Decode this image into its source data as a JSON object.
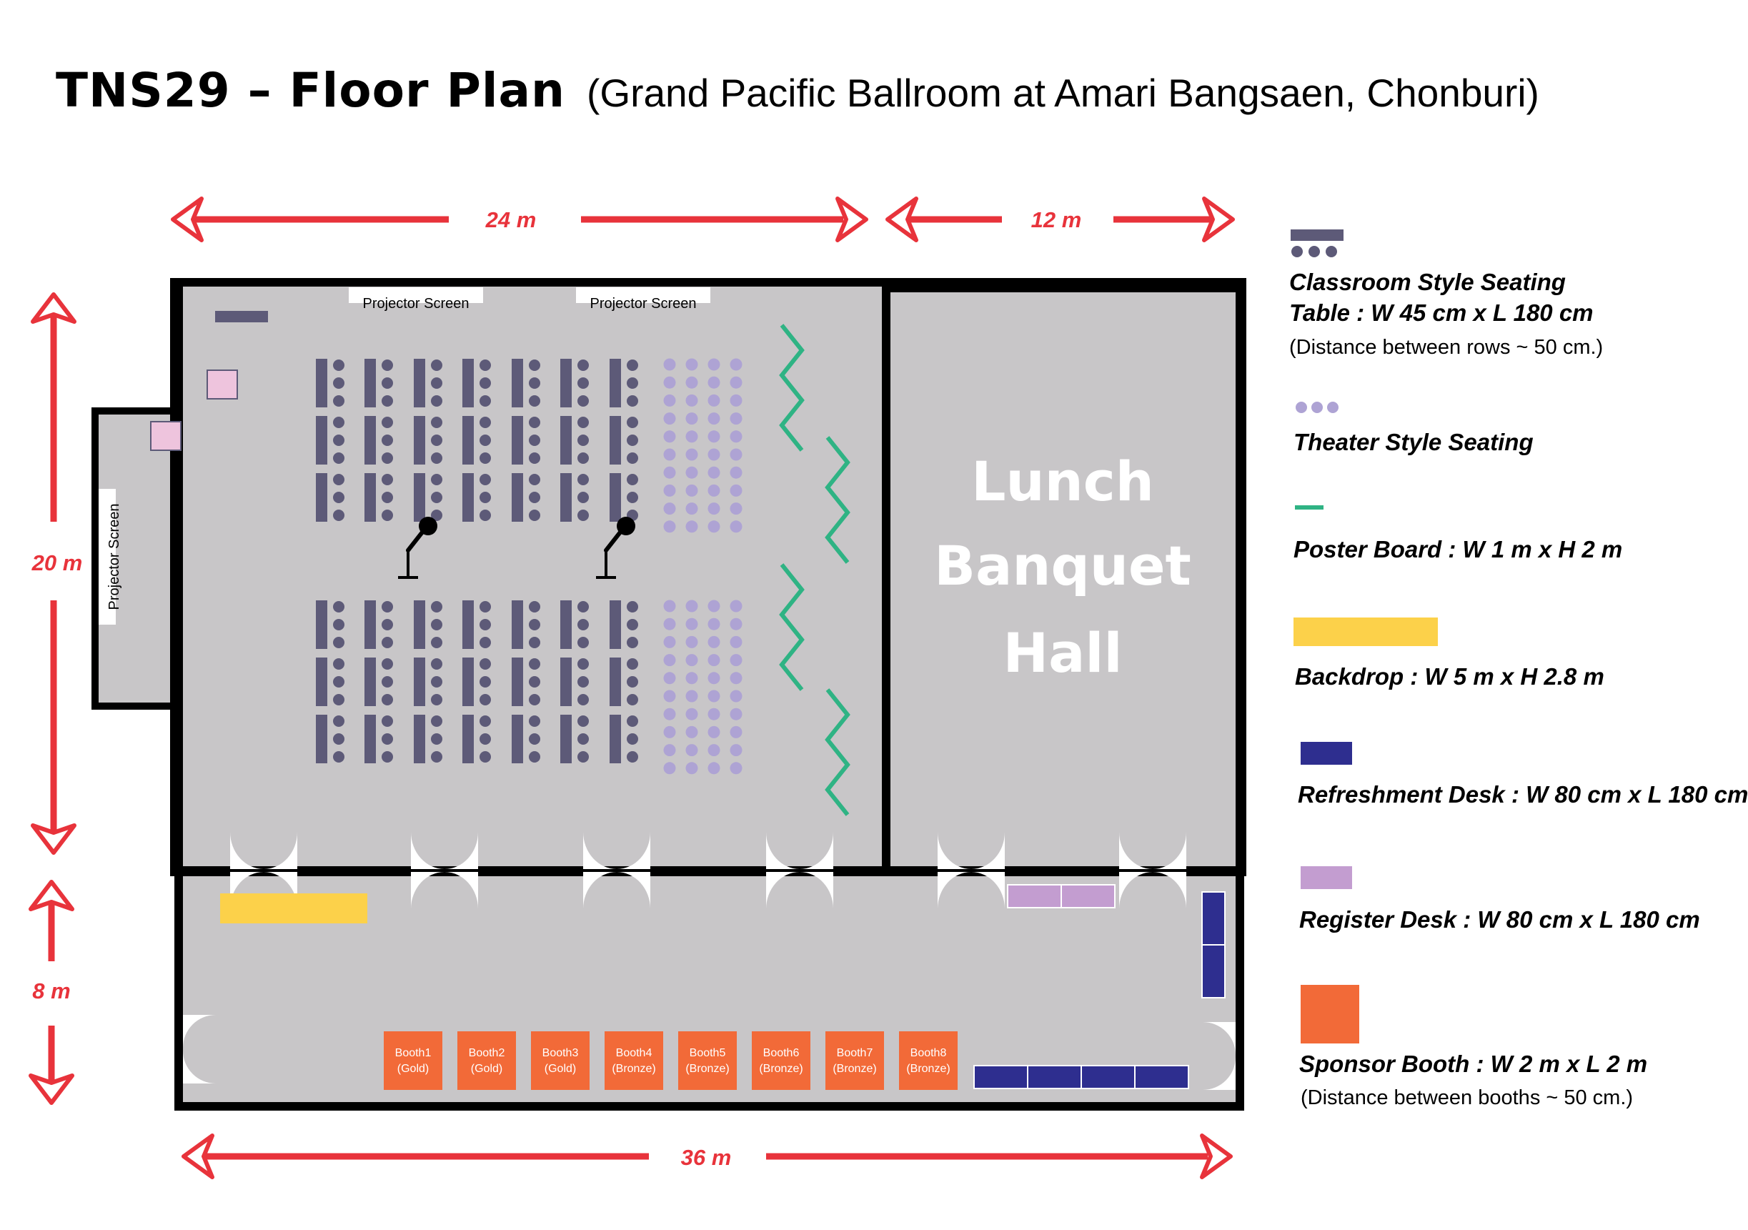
{
  "header": {
    "title": "TNS29 – Floor Plan",
    "subtitle": "(Grand Pacific Ballroom at Amari Bangsaen, Chonburi)"
  },
  "dimensions": {
    "top_left": "24 m",
    "top_right": "12 m",
    "left_upper": "20 m",
    "left_lower": "8 m",
    "bottom": "36 m"
  },
  "rooms": {
    "main_projector_left": "Projector Screen",
    "main_projector_right": "Projector Screen",
    "side_projector": "Projector Screen",
    "hall_line1": "Lunch",
    "hall_line2": "Banquet",
    "hall_line3": "Hall"
  },
  "booths": [
    {
      "name": "Booth1",
      "tier": "(Gold)"
    },
    {
      "name": "Booth2",
      "tier": "(Gold)"
    },
    {
      "name": "Booth3",
      "tier": "(Gold)"
    },
    {
      "name": "Booth4",
      "tier": "(Bronze)"
    },
    {
      "name": "Booth5",
      "tier": "(Bronze)"
    },
    {
      "name": "Booth6",
      "tier": "(Bronze)"
    },
    {
      "name": "Booth7",
      "tier": "(Bronze)"
    },
    {
      "name": "Booth8",
      "tier": "(Bronze)"
    }
  ],
  "legend": {
    "classroom_label": "Classroom Style Seating",
    "classroom_spec": "Table : W 45 cm x L 180 cm",
    "classroom_note": "(Distance between rows ~ 50 cm.)",
    "theater_label": "Theater Style Seating",
    "poster_label": "Poster Board : W 1 m x H 2 m",
    "backdrop_label": "Backdrop : W 5 m x H 2.8 m",
    "refreshment_label": "Refreshment Desk : W 80 cm x L 180 cm",
    "register_label": "Register Desk : W 80 cm x L 180 cm",
    "sponsor_label": "Sponsor Booth : W 2 m x L 2 m",
    "sponsor_note": "(Distance between booths ~ 50 cm.)"
  },
  "colors": {
    "floor": "#c8c6c8",
    "wall": "#000000",
    "dimension": "#e8333b",
    "classroom": "#5d5a78",
    "theater": "#aea3d4",
    "poster": "#2fb384",
    "backdrop": "#fcd14a",
    "refreshment": "#2e2e8f",
    "register": "#c39dd0",
    "booth": "#f26a38",
    "pink_box": "#eec4dd"
  }
}
